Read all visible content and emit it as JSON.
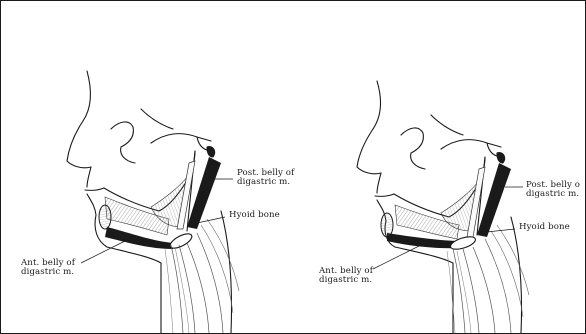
{
  "figure": {
    "left_panel": {
      "labels": {
        "post_belly": [
          "Post. belly of",
          "digastric m."
        ],
        "hyoid": "Hyoid bone",
        "ant_belly": [
          "Ant. belly of",
          "digastric m."
        ]
      }
    },
    "right_panel": {
      "labels": {
        "post_belly": [
          "Post. belly o",
          "digastric m."
        ],
        "hyoid": "Hyoid bone",
        "ant_belly": [
          "Ant. belly of",
          "digastric m."
        ]
      }
    }
  }
}
